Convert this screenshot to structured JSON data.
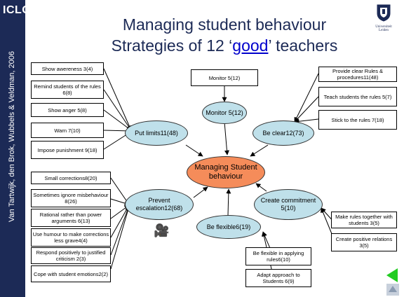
{
  "logo": "ICLON",
  "authors": "Van Tartwijk, den Brok, Wubbels & Veldman, 2006",
  "title": {
    "line1": "Managing student behaviour",
    "line2_pre": "Strategies of 12 ‘",
    "line2_link": "good",
    "line2_post": "’ teachers"
  },
  "crest_label": "Universiteit Leiden",
  "center": "Managing Student behaviour",
  "strategies": {
    "monitor": "Monitor 5(12)",
    "put_limits": "Put limits11(48)",
    "be_clear": "Be clear12(73)",
    "prevent": "Prevent escalation12(68)",
    "create": "Create commitment  5(10)",
    "flexible": "Be flexible6(19)"
  },
  "monitor_box": "Monitor 5(12)",
  "put_limits_items": [
    "Show awereness 3(4)",
    "Remind students of the rules 6(8)",
    "Show anger 5(8)",
    "Warn 7(10)",
    "Impose punishment 9(18)"
  ],
  "be_clear_items": [
    "Provide clear Rules & procedures11(48)",
    "Teach students the rules 5(7)",
    "Stick to the rules 7(18)"
  ],
  "prevent_items": [
    "Small corrections8(20)",
    "Sometimes ignore misbehaviour 8(26)",
    "Rational rather than power arguments 6(13)",
    "Use humour to make corrections less grave4(4)",
    "Respond positively to justified criticism 2(3)",
    "Cope with student emotions2(2)"
  ],
  "create_items": [
    "Make rules together with students 3(5)",
    "Create positive relations 3(5)"
  ],
  "flexible_items": [
    "Be flexible in applying rules6(10)",
    "Adapt approach to Students 6(9)"
  ],
  "colors": {
    "sidebar": "#1c2a56",
    "title": "#1c2a56",
    "strategy_ellipse": "#bfe0ea",
    "center_ellipse": "#f58c5a",
    "nav_arrow": "#22cc22"
  },
  "icons": [
    "camera-icon",
    "university-crest-icon",
    "previous-slide-icon",
    "up-slide-icon"
  ]
}
